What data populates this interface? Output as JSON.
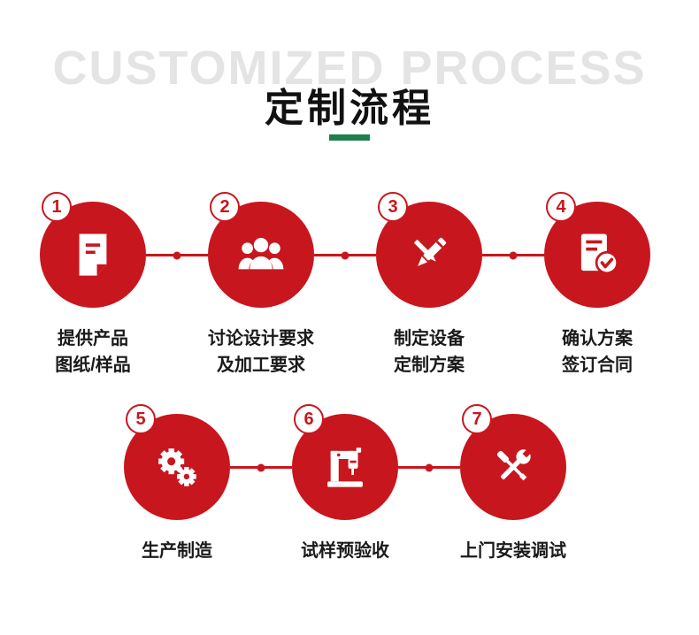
{
  "header": {
    "watermark": "CUSTOMIZED PROCESS",
    "title": "定制流程"
  },
  "steps": [
    {
      "num": "1",
      "icon": "document-icon",
      "lines": [
        "提供产品",
        "图纸/样品"
      ]
    },
    {
      "num": "2",
      "icon": "people-icon",
      "lines": [
        "讨论设计要求",
        "及加工要求"
      ]
    },
    {
      "num": "3",
      "icon": "pen-icon",
      "lines": [
        "制定设备",
        "定制方案"
      ]
    },
    {
      "num": "4",
      "icon": "document-check-icon",
      "lines": [
        "确认方案",
        "签订合同"
      ]
    },
    {
      "num": "5",
      "icon": "gears-icon",
      "lines": [
        "生产制造"
      ]
    },
    {
      "num": "6",
      "icon": "machine-icon",
      "lines": [
        "试样预验收"
      ]
    },
    {
      "num": "7",
      "icon": "tools-icon",
      "lines": [
        "上门安装调试"
      ]
    }
  ],
  "colors": {
    "accent_red": "#c8161e",
    "accent_green": "#1e7e4e",
    "watermark_gray": "#e4e4e4",
    "text_black": "#1a1a1a"
  }
}
